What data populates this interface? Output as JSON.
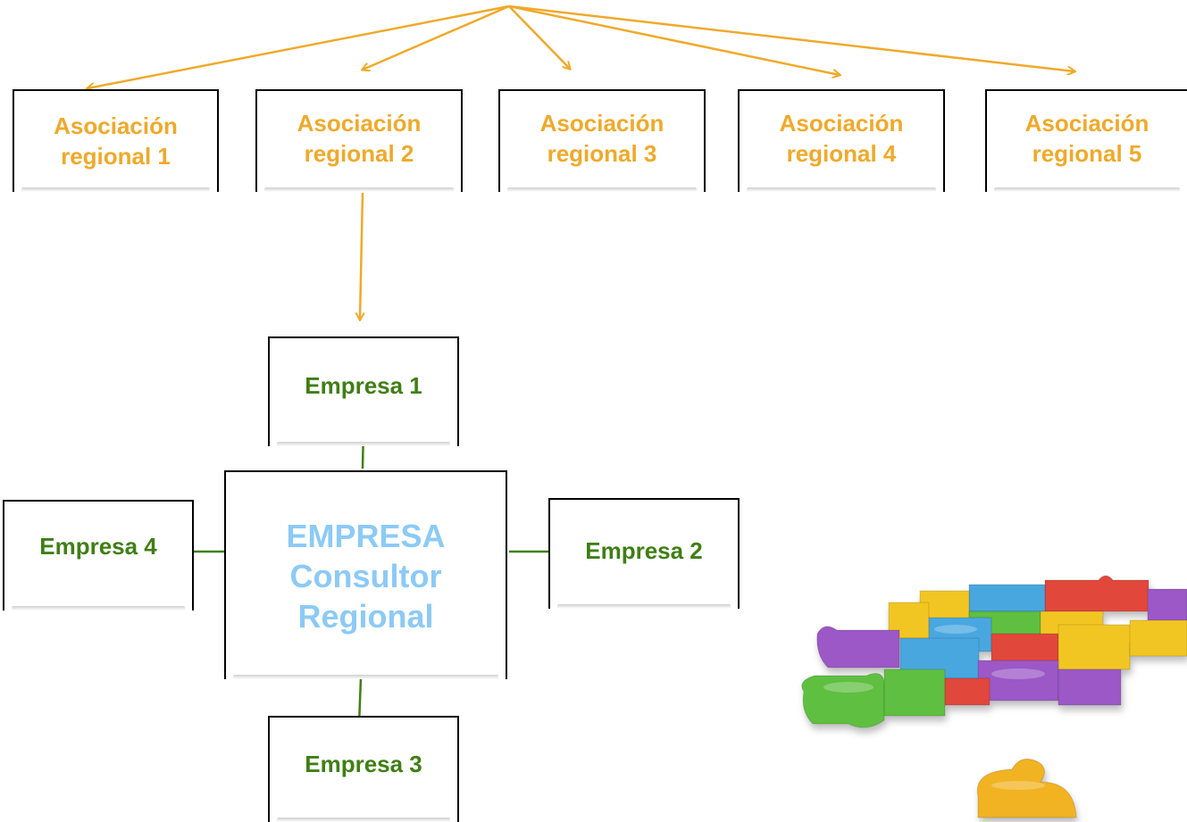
{
  "colors": {
    "orange": "#f0a92a",
    "green": "#3f7f14",
    "light_blue": "#8ccaf7"
  },
  "associations": [
    {
      "line1": "Asociación",
      "line2": "regional 1"
    },
    {
      "line1": "Asociación",
      "line2": "regional 2"
    },
    {
      "line1": "Asociación",
      "line2": "regional 3"
    },
    {
      "line1": "Asociación",
      "line2": "regional 4"
    },
    {
      "line1": "Asociación",
      "line2": "regional 5"
    }
  ],
  "center": {
    "line1": "EMPRESA",
    "line2": "Consultor",
    "line3": "Regional"
  },
  "companies": {
    "top": "Empresa 1",
    "right": "Empresa 2",
    "bottom": "Empresa 3",
    "left": "Empresa 4"
  },
  "image": {
    "icon": "puzzle-pieces-illustration"
  }
}
